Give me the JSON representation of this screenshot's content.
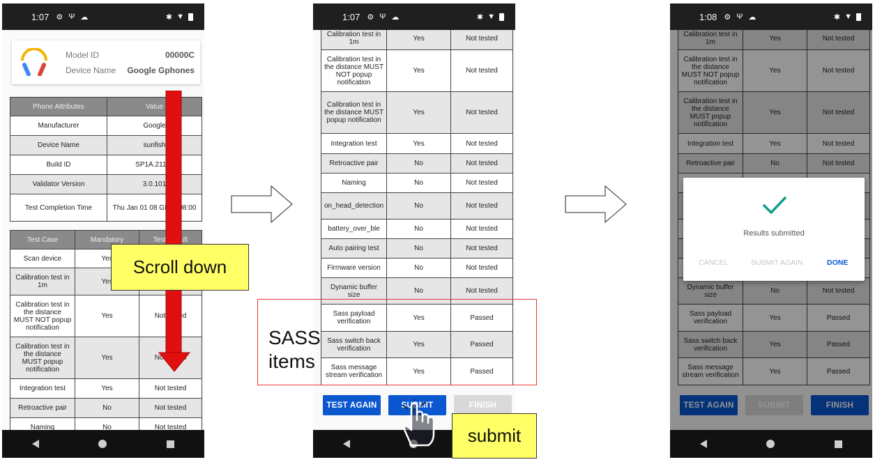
{
  "screens": [
    {
      "time": "1:07",
      "device": {
        "model_label": "Model ID",
        "model_value": "00000C",
        "name_label": "Device Name",
        "name_value": "Google Gphones"
      },
      "attributes": {
        "headers": [
          "Phone Attributes",
          "Value"
        ],
        "rows": [
          [
            "Manufacturer",
            "Google"
          ],
          [
            "Device Name",
            "sunfish"
          ],
          [
            "Build ID",
            "SP1A.21110"
          ],
          [
            "Validator Version",
            "3.0.101"
          ],
          [
            "Test Completion Time",
            "Thu Jan 01 08 GMT+08:00"
          ]
        ]
      },
      "tests": {
        "headers": [
          "Test Case",
          "Mandatory",
          "Test Result"
        ],
        "rows": [
          [
            "Scan device",
            "Yes",
            ""
          ],
          [
            "Calibration test in 1m",
            "Yes",
            ""
          ],
          [
            "Calibration test in the distance MUST NOT popup notification",
            "Yes",
            "Not tested"
          ],
          [
            "Calibration test in the distance MUST popup notification",
            "Yes",
            "Not tested"
          ],
          [
            "Integration test",
            "Yes",
            "Not tested"
          ],
          [
            "Retroactive pair",
            "No",
            "Not tested"
          ],
          [
            "Naming",
            "No",
            "Not tested"
          ]
        ]
      }
    },
    {
      "time": "1:07",
      "tests": {
        "rows": [
          [
            "Calibration test in 1m",
            "Yes",
            "Not tested"
          ],
          [
            "Calibration test in the distance MUST NOT popup notification",
            "Yes",
            "Not tested"
          ],
          [
            "Calibration test in the distance MUST popup notification",
            "Yes",
            "Not tested"
          ],
          [
            "Integration test",
            "Yes",
            "Not tested"
          ],
          [
            "Retroactive pair",
            "No",
            "Not tested"
          ],
          [
            "Naming",
            "No",
            "Not tested"
          ],
          [
            "on_head_detection",
            "No",
            "Not tested"
          ],
          [
            "battery_over_ble",
            "No",
            "Not tested"
          ],
          [
            "Auto pairing test",
            "No",
            "Not tested"
          ],
          [
            "Firmware version",
            "No",
            "Not tested"
          ],
          [
            "Dynamic buffer size",
            "No",
            "Not tested"
          ],
          [
            "Sass payload verification",
            "Yes",
            "Passed"
          ],
          [
            "Sass switch back verification",
            "Yes",
            "Passed"
          ],
          [
            "Sass message stream verification",
            "Yes",
            "Passed"
          ]
        ]
      },
      "buttons": {
        "test_again": "TEST AGAIN",
        "submit": "SUBMIT",
        "finish": "FINISH"
      }
    },
    {
      "time": "1:08",
      "tests": {
        "rows": [
          [
            "Calibration test in 1m",
            "Yes",
            "Not tested"
          ],
          [
            "Calibration test in the distance MUST NOT popup notification",
            "Yes",
            "Not tested"
          ],
          [
            "Calibration test in the distance MUST popup notification",
            "Yes",
            "Not tested"
          ],
          [
            "Integration test",
            "Yes",
            "Not tested"
          ],
          [
            "Retroactive pair",
            "No",
            "Not tested"
          ],
          [
            "",
            "",
            ""
          ],
          [
            "",
            "",
            ""
          ],
          [
            "",
            "",
            ""
          ],
          [
            "",
            "",
            ""
          ],
          [
            "",
            "",
            ""
          ],
          [
            "Dynamic buffer size",
            "No",
            "Not tested"
          ],
          [
            "Sass payload verification",
            "Yes",
            "Passed"
          ],
          [
            "Sass switch back verification",
            "Yes",
            "Passed"
          ],
          [
            "Sass message stream verification",
            "Yes",
            "Passed"
          ]
        ]
      },
      "dialog": {
        "message": "Results submitted",
        "cancel": "CANCEL",
        "submit_again": "SUBMIT AGAIN",
        "done": "DONE"
      },
      "buttons": {
        "test_again": "TEST AGAIN",
        "submit": "SUBMIT",
        "finish": "FINISH"
      }
    }
  ],
  "annotations": {
    "scroll_down": "Scroll down",
    "sass_items": "SASS items",
    "submit": "submit"
  },
  "colors": {
    "button_blue": "#0b57d0",
    "disabled": "#d9d9d9",
    "check_teal": "#0f9d8a",
    "arrow_red": "#e01010",
    "callout_yellow": "#ffff66"
  }
}
